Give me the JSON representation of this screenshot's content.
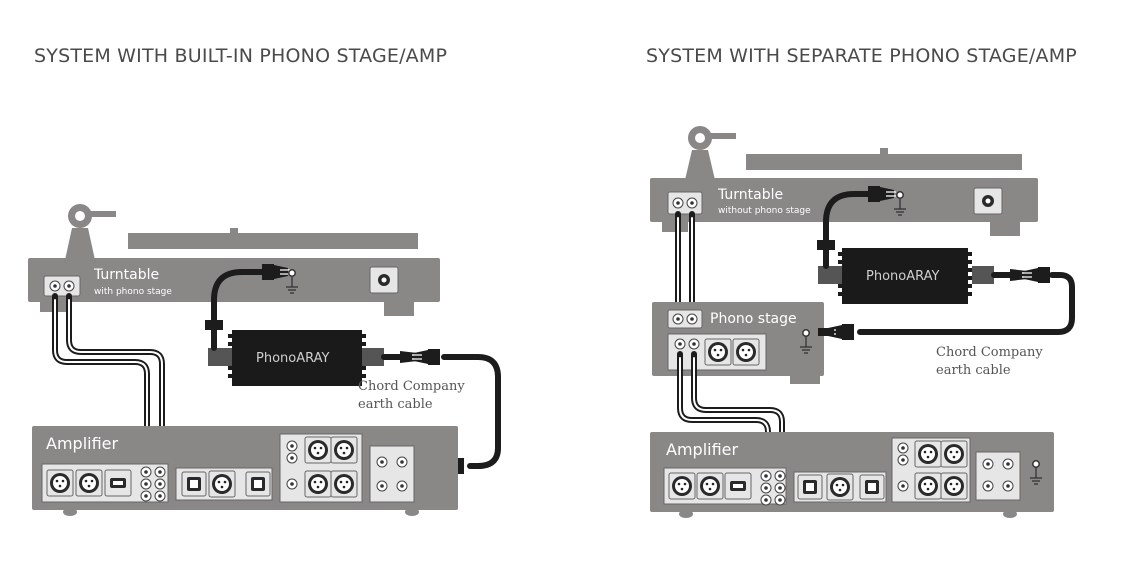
{
  "left": {
    "title": "SYSTEM WITH BUILT-IN PHONO STAGE/AMP",
    "turntable_label": "Turntable",
    "turntable_sub": "with phono stage",
    "phonoaray_label": "PhonoARAY",
    "earth_note_line1": "Chord Company",
    "earth_note_line2": "earth cable",
    "amplifier_label": "Amplifier"
  },
  "right": {
    "title": "SYSTEM WITH SEPARATE PHONO STAGE/AMP",
    "turntable_label": "Turntable",
    "turntable_sub": "without phono stage",
    "phonoaray_label": "PhonoARAY",
    "phono_stage_label": "Phono stage",
    "earth_note_line1": "Chord Company",
    "earth_note_line2": "earth cable",
    "amplifier_label": "Amplifier"
  },
  "colors": {
    "device_body": "#8a8787",
    "panel": "#e6e6e6",
    "cable": "#1c1c1c",
    "phonoaray_body": "#1a1a1a"
  }
}
